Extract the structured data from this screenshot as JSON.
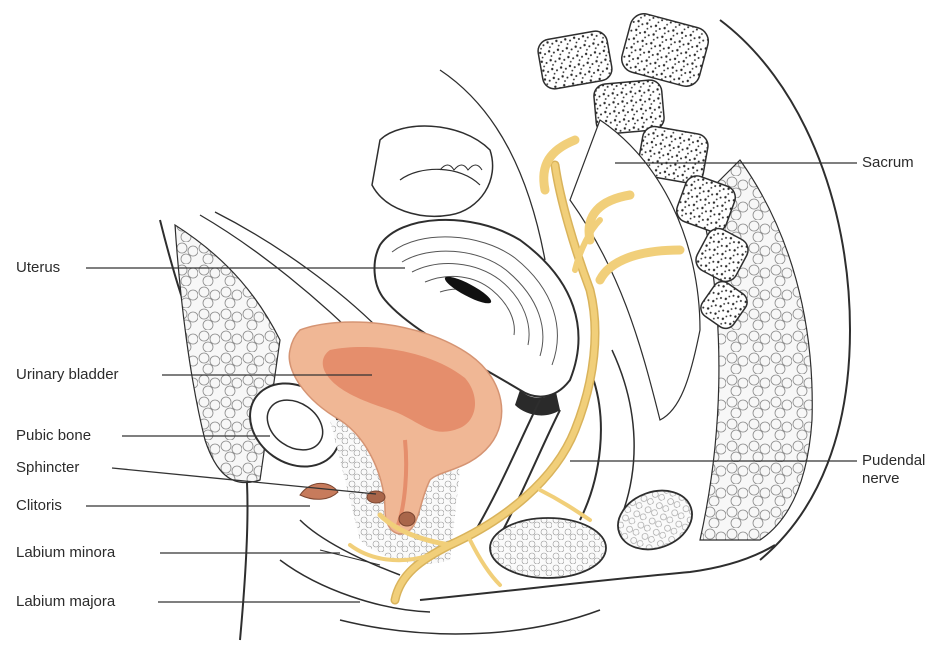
{
  "diagram": {
    "colors": {
      "background": "#ffffff",
      "outline": "#2e2e2e",
      "bladder_outer": "#f0b795",
      "bladder_inner": "#e58e6c",
      "nerve": "#f1cf7a",
      "nerve_edge": "#d9b35b",
      "fat": "#f7f7f7",
      "bone": "#ffffff",
      "marrow": "#2a2a2a",
      "sphincter": "#a9664a",
      "label_line": "#333333"
    },
    "labels": [
      {
        "id": "sacrum",
        "text": "Sacrum"
      },
      {
        "id": "uterus",
        "text": "Uterus"
      },
      {
        "id": "urinary_bladder",
        "text": "Urinary bladder"
      },
      {
        "id": "pubic_bone",
        "text": "Pubic bone"
      },
      {
        "id": "sphincter",
        "text": "Sphincter"
      },
      {
        "id": "clitoris",
        "text": "Clitoris"
      },
      {
        "id": "labium_minora",
        "text": "Labium minora"
      },
      {
        "id": "labium_majora",
        "text": "Labium majora"
      },
      {
        "id": "pudendal_nerve",
        "text": "Pudendal\nnerve"
      }
    ]
  }
}
